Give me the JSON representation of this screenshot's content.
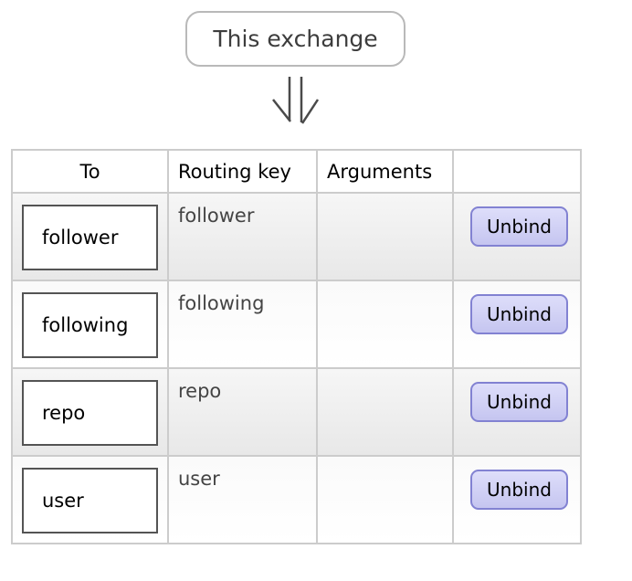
{
  "diagram": {
    "source_label": "This exchange",
    "arrow_icon": "double-down-arrow"
  },
  "bindings_table": {
    "headers": {
      "to": "To",
      "routing_key": "Routing key",
      "arguments": "Arguments",
      "actions": ""
    },
    "rows": [
      {
        "to": "follower",
        "routing_key": "follower",
        "arguments": "",
        "unbind_label": "Unbind"
      },
      {
        "to": "following",
        "routing_key": "following",
        "arguments": "",
        "unbind_label": "Unbind"
      },
      {
        "to": "repo",
        "routing_key": "repo",
        "arguments": "",
        "unbind_label": "Unbind"
      },
      {
        "to": "user",
        "routing_key": "user",
        "arguments": "",
        "unbind_label": "Unbind"
      }
    ]
  },
  "colors": {
    "button_background": "#c9c9f2",
    "button_border": "#8282d2",
    "row_alt_background": "#ececec",
    "table_border": "#cccccc",
    "node_border": "#545454",
    "exchange_box_border": "#b9b9b9",
    "arrow_stroke": "#4a4a4a",
    "text_primary": "#000000",
    "text_secondary": "#444444"
  }
}
